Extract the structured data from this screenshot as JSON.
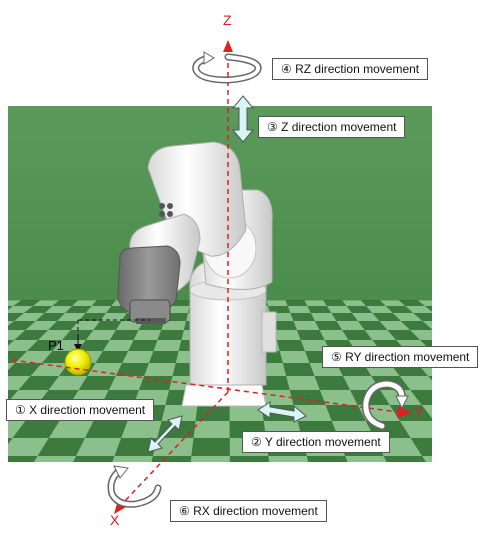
{
  "axes": {
    "z_letter": "Z",
    "y_letter": "Y",
    "x_letter": "X"
  },
  "point": {
    "label": "P1"
  },
  "movements": {
    "rz": "④ RZ direction movement",
    "z": "③ Z direction movement",
    "ry": "⑤ RY direction movement",
    "x": "① X direction movement",
    "y": "② Y direction movement",
    "rx": "⑥ RX direction movement"
  },
  "colors": {
    "background": "#ffffff",
    "floor_back": "#4f8f4f",
    "floor_light": "#8bbf8b",
    "floor_dark": "#3d7a3d",
    "axis_red": "#e02020",
    "arrow_fill": "#d8f6f6",
    "robot_white": "#f2f2f2",
    "ball_yellow": "#f0f000"
  }
}
